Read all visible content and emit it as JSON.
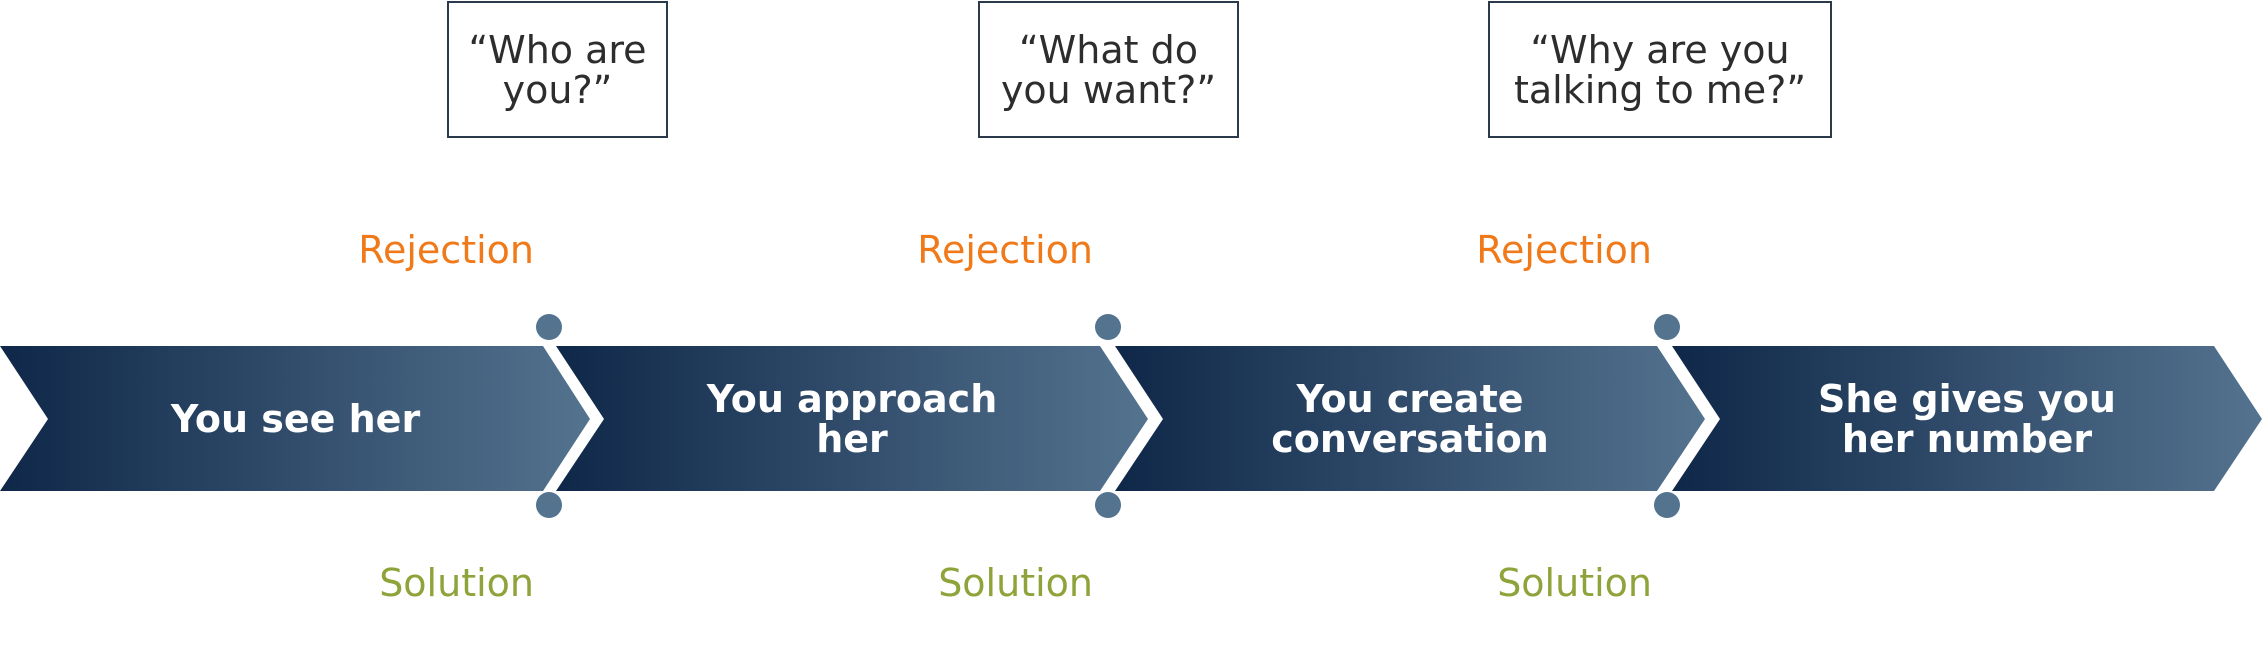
{
  "colors": {
    "arrow_dark": "#0f2748",
    "arrow_light": "#54738f",
    "rejection": "#f07a1a",
    "solution": "#8ea33a",
    "line": "#1b2f4e"
  },
  "steps": [
    {
      "label": "You see her"
    },
    {
      "label": "You approach\nher"
    },
    {
      "label": "You create\nconversation"
    },
    {
      "label": "She gives you\nher number"
    }
  ],
  "checkpoints": [
    {
      "quote": "“Who are\nyou?”",
      "rejection": "Rejection",
      "solution": "Solution"
    },
    {
      "quote": "“What do\nyou want?”",
      "rejection": "Rejection",
      "solution": "Solution"
    },
    {
      "quote": "“Why are you\ntalking to me?”",
      "rejection": "Rejection",
      "solution": "Solution"
    }
  ]
}
